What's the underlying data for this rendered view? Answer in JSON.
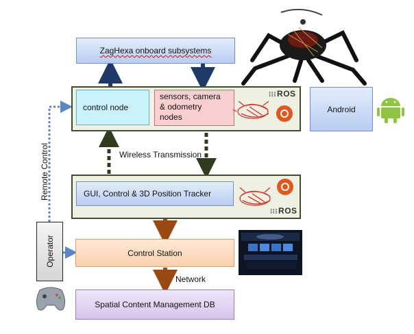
{
  "subsystems": {
    "label": "ZagHexa onboard subsystems"
  },
  "onboard": {
    "control_node": "control node",
    "sensors_node": "sensors, camera\n& odometry\nnodes",
    "ros_label": "ROS"
  },
  "android": {
    "label": "Android"
  },
  "wireless": {
    "label": "Wireless Transmission"
  },
  "tracker": {
    "label": "GUI, Control & 3D Position Tracker",
    "ros_label": "ROS"
  },
  "remote_control": {
    "label": "Remote Control"
  },
  "operator": {
    "label": "Operator"
  },
  "control_station": {
    "label": "Control Station"
  },
  "network": {
    "label": "Network"
  },
  "db": {
    "label": "Spatial Content Management DB"
  },
  "colors": {
    "panel_border": "#3e4c2c",
    "arrow_navy": "#1f3a66",
    "arrow_green": "#2f3d1e",
    "arrow_brown": "#9a4a10",
    "dotted_blue": "#5b86c6",
    "android_green": "#8fc43e",
    "ubuntu_orange": "#e2571b"
  }
}
